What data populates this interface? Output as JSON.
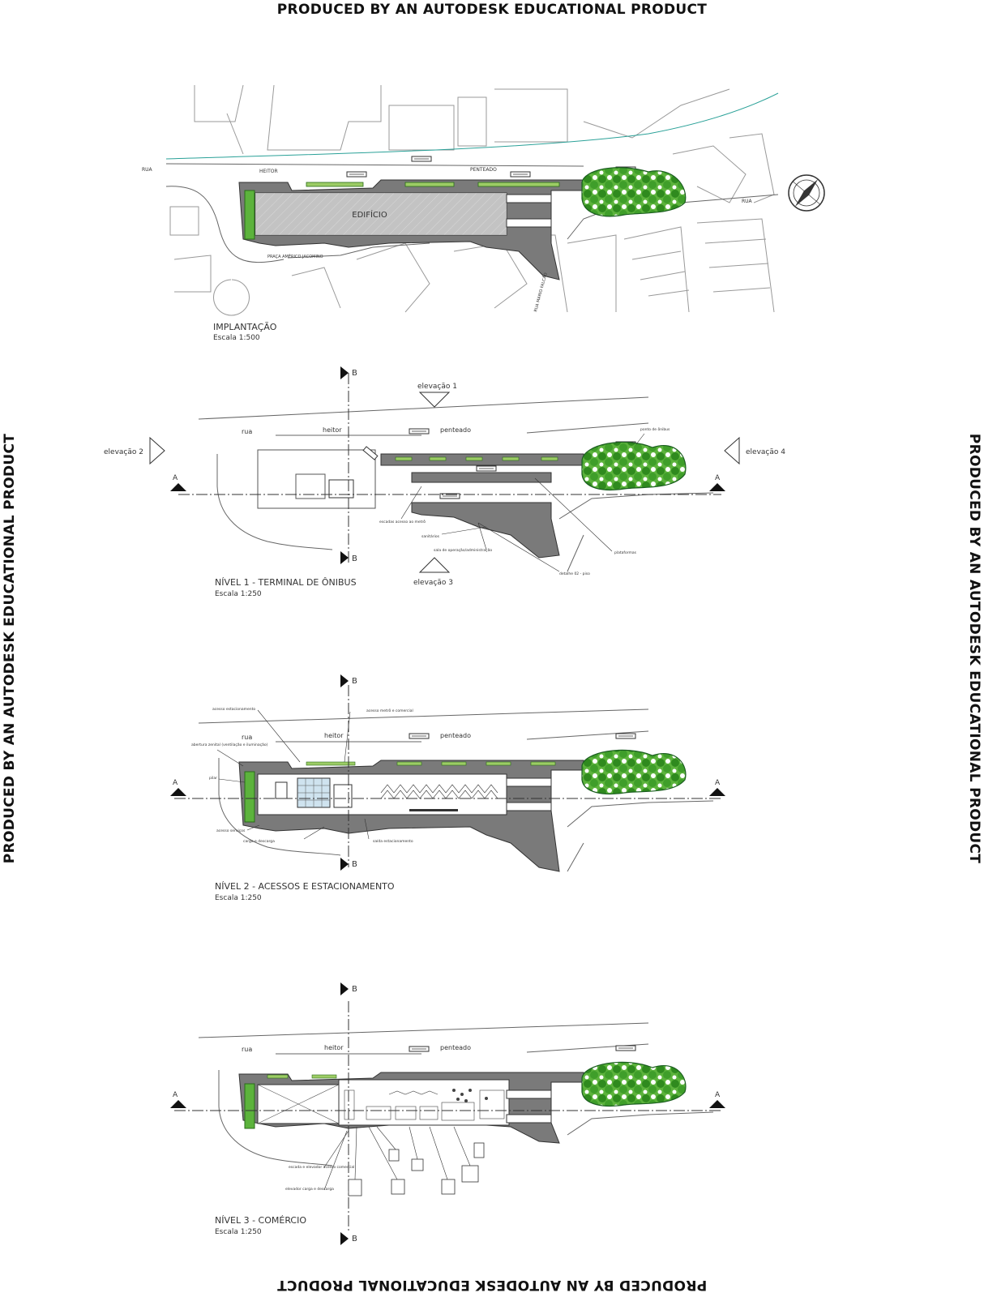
{
  "watermark": "PRODUCED BY AN AUTODESK EDUCATIONAL PRODUCT",
  "site": {
    "rua": "RUA",
    "heitor": "HEITOR",
    "penteado": "PENTEADO",
    "rua_right": "RUA",
    "building": "EDIFÍCIO",
    "square": "PRAÇA AMÉRICO JACOMINO",
    "side_street": "RUA MARIO FALCÃO",
    "title": "IMPLANTAÇÃO",
    "scale": "Escala 1:500"
  },
  "level1": {
    "rua": "rua",
    "heitor": "heitor",
    "penteado": "penteado",
    "elev1": "elevação 1",
    "elev2": "elevação 2",
    "elev3": "elevação 3",
    "elev4": "elevação 4",
    "sec_a": "A",
    "sec_b": "B",
    "label_bus_stop": "ponto de ônibus",
    "label_platforms": "plataformas",
    "label_detail": "detalhe 02 - piso",
    "label_stairs": "escadas acesso ao metrô",
    "label_toilets": "sanitários",
    "label_ops": "sala de operação/administração",
    "title": "NÍVEL 1 - TERMINAL DE ÔNIBUS",
    "scale": "Escala 1:250"
  },
  "level2": {
    "rua": "rua",
    "heitor": "heitor",
    "penteado": "penteado",
    "sec_a": "A",
    "sec_b": "B",
    "label_parking_access": "acesso estacionamento",
    "label_pedestrian": "acesso metrô e comercial",
    "label_roof": "abertura zenital (ventilação e iluminação)",
    "label_pillar": "pilar",
    "label_service": "acesso serviços",
    "label_loading": "carga e descarga",
    "label_exit": "saída estacionamento",
    "title": "NÍVEL 2 - ACESSOS E ESTACIONAMENTO",
    "scale": "Escala 1:250"
  },
  "level3": {
    "rua": "rua",
    "heitor": "heitor",
    "penteado": "penteado",
    "sec_a": "A",
    "sec_b": "B",
    "label_stairs": "escada e elevador acesso comercial",
    "label_lift": "elevador carga e descarga",
    "title": "NÍVEL 3 - COMÉRCIO",
    "scale": "Escala 1:250"
  },
  "colors": {
    "paving": "#7a7a7a",
    "green": "#3f9e2a",
    "line": "#555555"
  }
}
